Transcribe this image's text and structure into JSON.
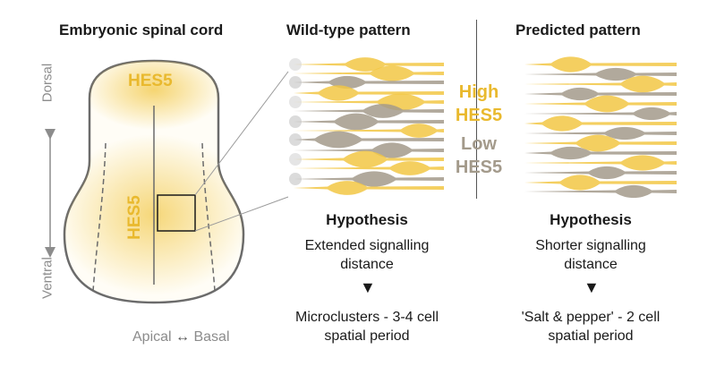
{
  "titles": {
    "left": "Embryonic spinal cord",
    "middle": "Wild-type pattern",
    "right": "Predicted pattern"
  },
  "spinal_cord": {
    "hes5_top": "HES5",
    "hes5_side": "HES5",
    "axis_dorsal": "Dorsal",
    "axis_ventral": "Ventral",
    "axis_apical": "Apical",
    "axis_basal": "Basal"
  },
  "legend": {
    "high": "High",
    "high_hes5": "HES5",
    "low": "Low",
    "low_hes5": "HES5"
  },
  "wild_type": {
    "hypothesis": "Hypothesis",
    "signal_line1": "Extended signalling",
    "signal_line2": "distance",
    "result_line1": "Microclusters - 3-4 cell",
    "result_line2": "spatial period"
  },
  "predicted": {
    "hypothesis": "Hypothesis",
    "signal_line1": "Shorter signalling",
    "signal_line2": "distance",
    "result_line1": "'Salt & pepper' - 2 cell",
    "result_line2": "spatial period"
  },
  "colors": {
    "high_hes5": "#F2C744",
    "low_hes5": "#A39A8B",
    "text": "#1a1a1a",
    "axis_gray": "#8c8c8c",
    "outline": "#6b6b6b"
  }
}
